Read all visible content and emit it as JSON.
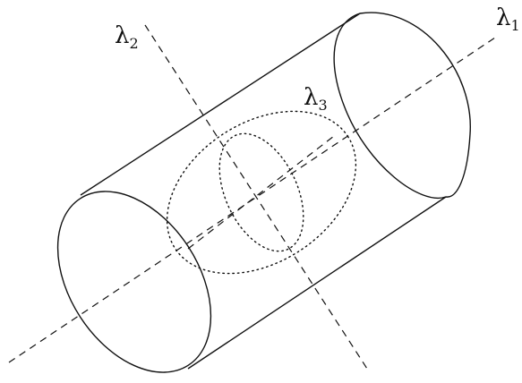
{
  "labels": {
    "lambda1": {
      "symbol": "λ",
      "subscript": "1"
    },
    "lambda2": {
      "symbol": "λ",
      "subscript": "2"
    },
    "lambda3": {
      "symbol": "λ",
      "subscript": "3"
    }
  }
}
